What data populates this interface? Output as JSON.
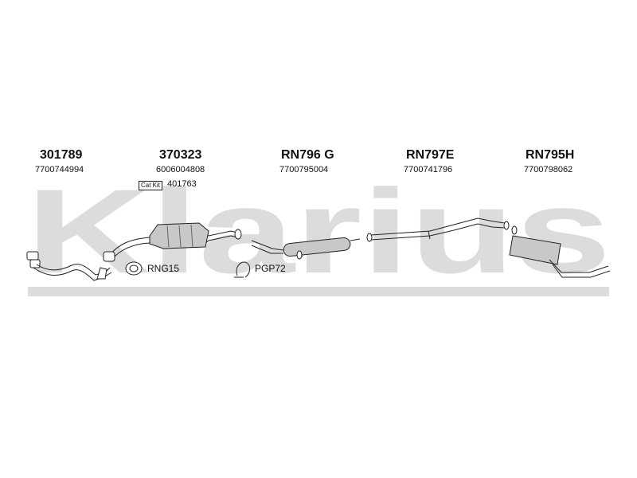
{
  "watermark": {
    "text": "Klarius",
    "color": "#dcdcdc"
  },
  "parts": [
    {
      "part_number": "301789",
      "oem_number": "7700744994"
    },
    {
      "part_number": "370323",
      "oem_number": "6006004808"
    },
    {
      "part_number": "RN796 G",
      "oem_number": "7700795004"
    },
    {
      "part_number": "RN797E",
      "oem_number": "7700741796"
    },
    {
      "part_number": "RN795H",
      "oem_number": "7700798062"
    }
  ],
  "cat_kit": {
    "badge": "Cat Kit",
    "number": "401763"
  },
  "fittings": [
    {
      "label": "RNG15",
      "icon": "gasket-ring-icon"
    },
    {
      "label": "PGP72",
      "icon": "pipe-clamp-icon"
    }
  ]
}
